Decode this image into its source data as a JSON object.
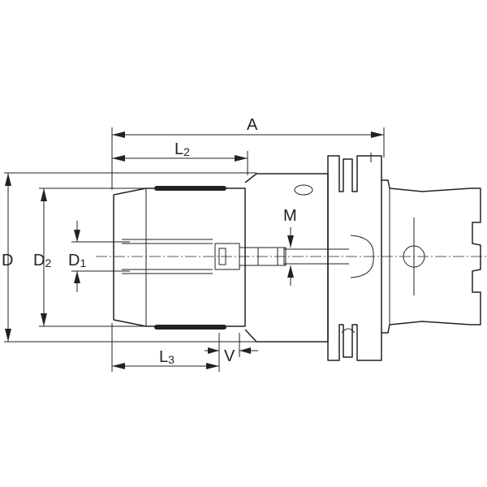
{
  "dimensions": {
    "A": "A",
    "L2": {
      "main": "L",
      "sub": "2"
    },
    "L3": {
      "main": "L",
      "sub": "3"
    },
    "D": "D",
    "D2": {
      "main": "D",
      "sub": "2"
    },
    "D1": {
      "main": "D",
      "sub": "1"
    },
    "M": "M",
    "V": "V"
  }
}
